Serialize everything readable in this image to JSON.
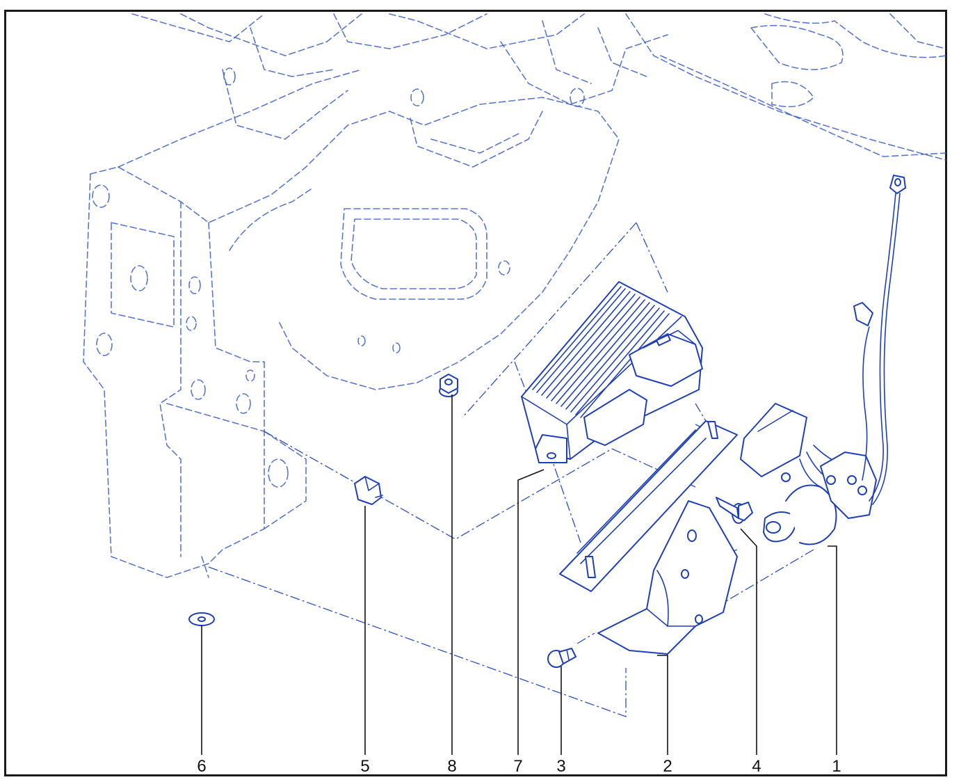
{
  "callouts": [
    {
      "label": "6"
    },
    {
      "label": "5"
    },
    {
      "label": "8"
    },
    {
      "label": "7"
    },
    {
      "label": "3"
    },
    {
      "label": "2"
    },
    {
      "label": "4"
    },
    {
      "label": "1"
    }
  ],
  "colors": {
    "line_art": "#1f3fb8",
    "ghost_structure": "#3d5fc8",
    "frame": "#1a1a1a",
    "callout_text": "#111111"
  }
}
